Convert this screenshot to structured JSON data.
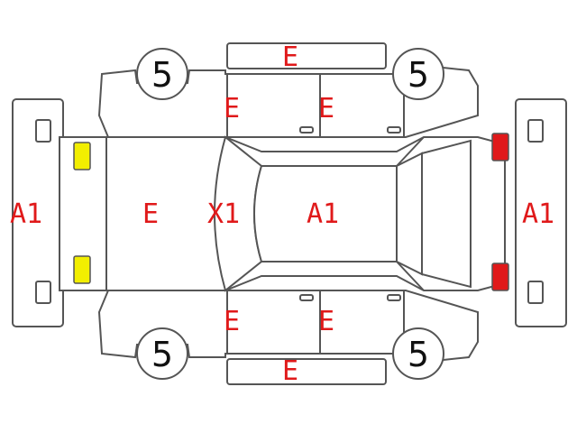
{
  "colors": {
    "damage_code": "#e0191a",
    "outline": "#555555",
    "headlight": "#f2ee00",
    "taillight": "#e0191a"
  },
  "tires": {
    "front_left": "5",
    "rear_left": "5",
    "front_right": "5",
    "rear_right": "5"
  },
  "codes": {
    "front_bumper": "A1",
    "rear_bumper": "A1",
    "hood": "E",
    "windshield": "X1",
    "roof": "A1",
    "side_top": "E",
    "side_bottom": "E",
    "front_door_left": "E",
    "rear_door_left": "E",
    "front_door_right": "E",
    "rear_door_right": "E"
  }
}
